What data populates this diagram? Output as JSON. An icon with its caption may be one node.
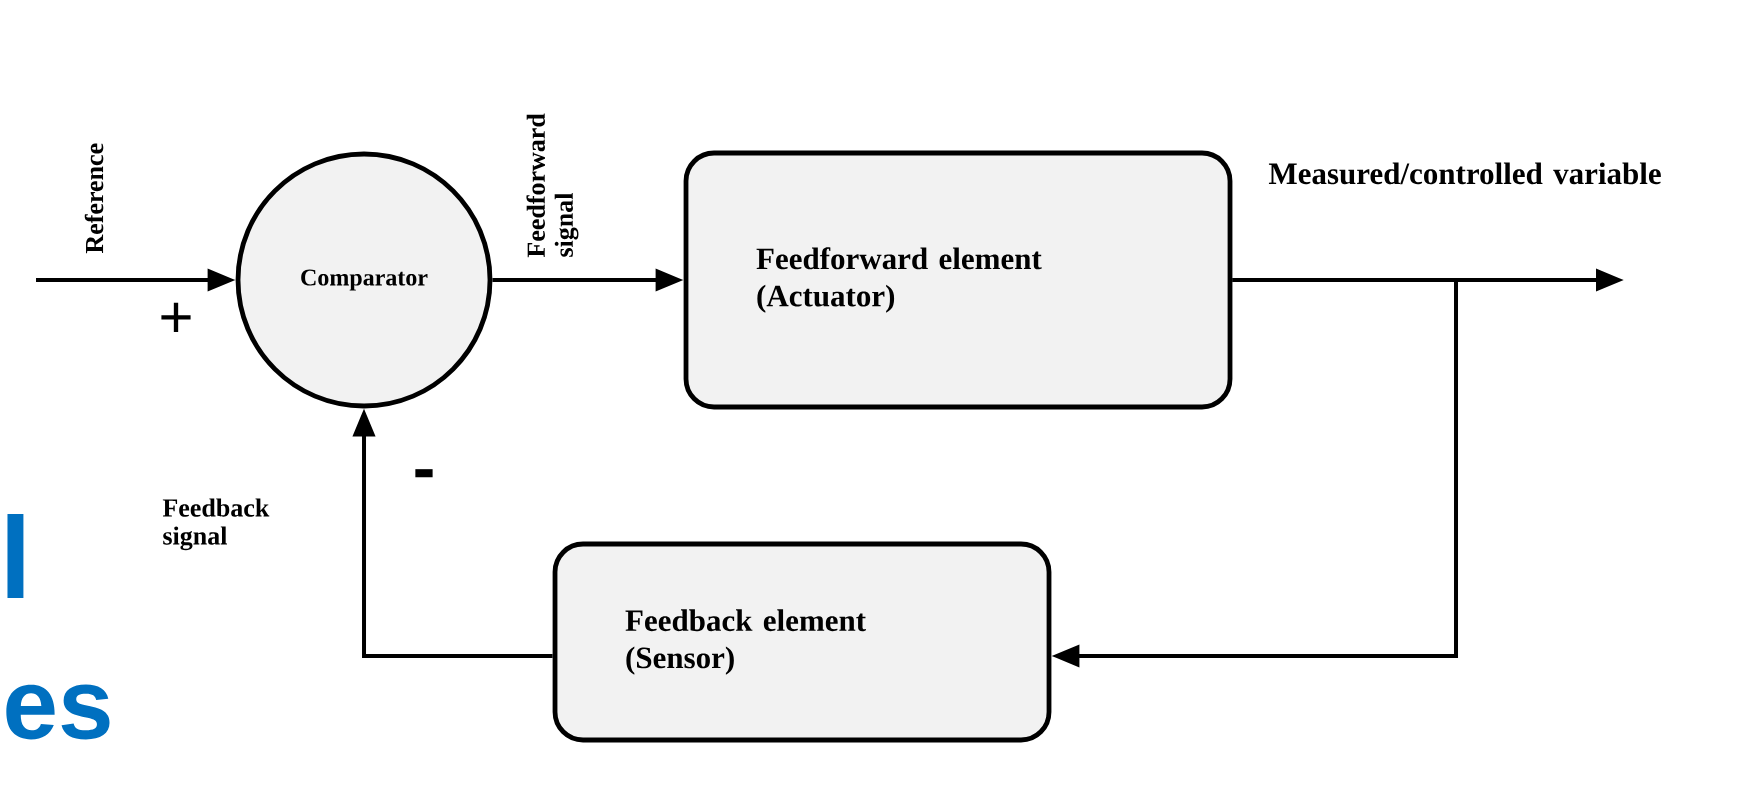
{
  "diagram": {
    "nodes": [
      {
        "text": [
          "Comparator"
        ]
      },
      {
        "text": [
          "Feedforward element (Actuator)"
        ]
      },
      {
        "text": [
          "Feedback element (Sensor)"
        ]
      }
    ],
    "edges": [
      {
        "from": null,
        "to": 0,
        "arrow": "to",
        "label": "Reference"
      },
      {
        "from": 0,
        "to": 1,
        "arrow": "to",
        "label": "Feedforward signal"
      },
      {
        "from": 1,
        "to": null,
        "arrow": "to",
        "label": "Measured/controlled variable"
      },
      {
        "from": 1,
        "to": 2,
        "arrow": "to"
      },
      {
        "from": 2,
        "to": 0,
        "arrow": "to",
        "label": "Feedback signal"
      }
    ],
    "labels": [
      "+",
      "-",
      "l",
      "es"
    ]
  }
}
